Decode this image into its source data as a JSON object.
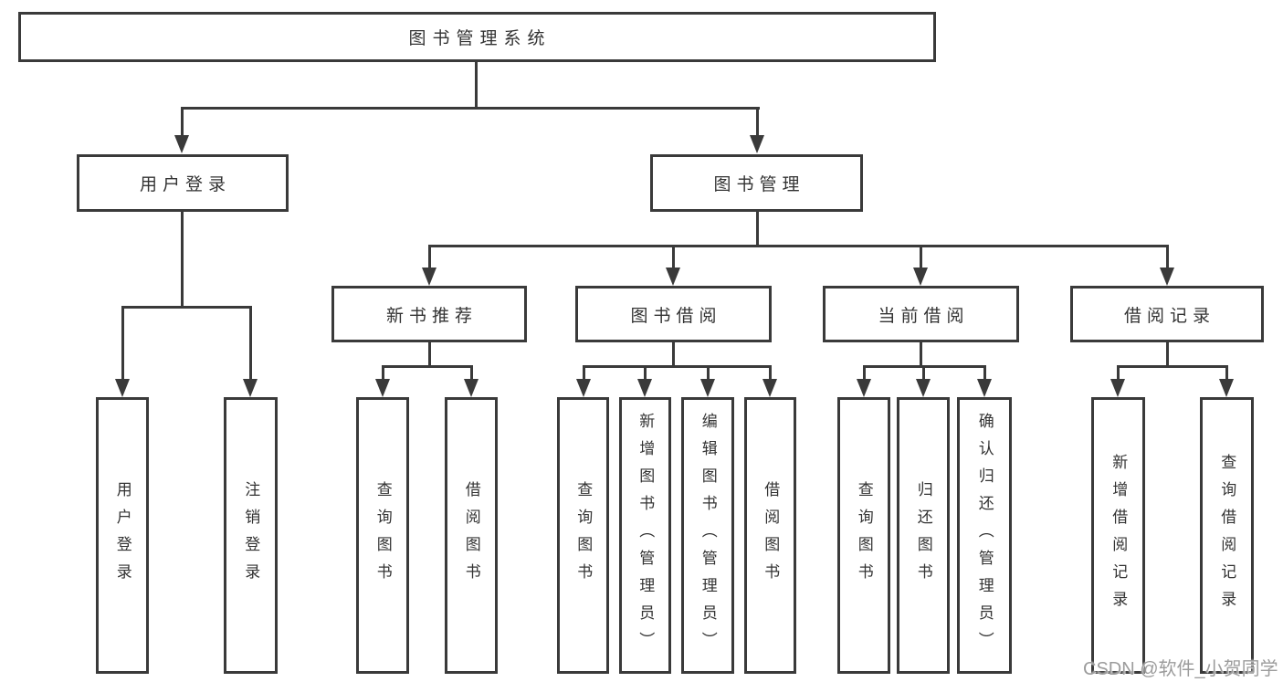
{
  "diagram": {
    "root": "图书管理系统",
    "level2": [
      "用户登录",
      "图书管理"
    ],
    "level3": [
      "新书推荐",
      "图书借阅",
      "当前借阅",
      "借阅记录"
    ],
    "leaves": {
      "user_login": [
        "用户登录",
        "注销登录"
      ],
      "new_book_recommend": [
        "查询图书",
        "借阅图书"
      ],
      "book_borrow": [
        "查询图书",
        "新增图书（管理员）",
        "编辑图书（管理员）",
        "借阅图书"
      ],
      "current_borrow": [
        "查询图书",
        "归还图书",
        "确认归还（管理员）"
      ],
      "borrow_records": [
        "新增借阅记录",
        "查询借阅记录"
      ]
    }
  },
  "watermark": {
    "text": "CSDN @软件_小贺同学"
  },
  "colors": {
    "line": "#3a3a3a",
    "text": "#333333",
    "watermark": "#9c9c9c",
    "background": "#ffffff"
  }
}
